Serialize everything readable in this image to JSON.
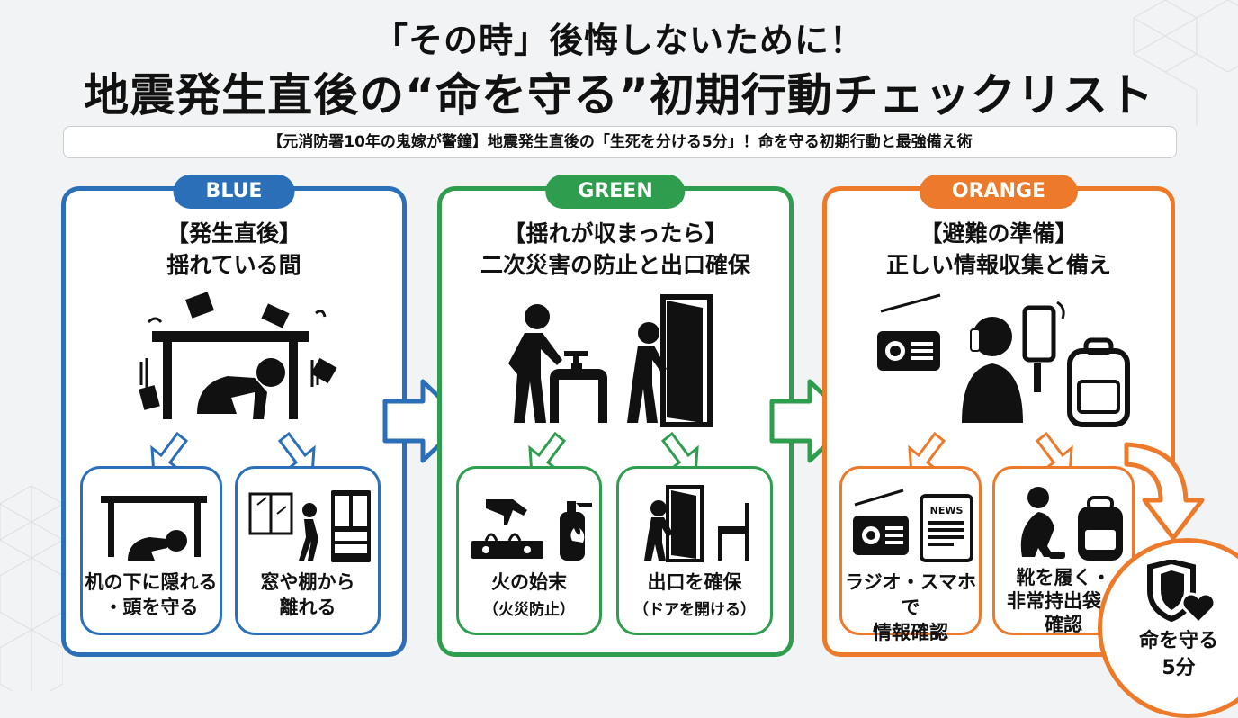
{
  "title": {
    "line1": "「その時」後悔しないために！",
    "line2": "地震発生直後の“命を守る”初期行動チェックリスト"
  },
  "subtitle": "【元消防署10年の鬼嫁が警鐘】地震発生直後の「生死を分ける5分」！命を守る初期行動と最強備え術",
  "panels": [
    {
      "badge": "BLUE",
      "heading_line1": "【発生直後】",
      "heading_line2": "揺れている間",
      "cards": [
        {
          "caption_line1": "机の下に隠れる",
          "caption_line2": "・頭を守る"
        },
        {
          "caption_line1": "窓や棚から",
          "caption_line2": "離れる"
        }
      ]
    },
    {
      "badge": "GREEN",
      "heading_line1": "【揺れが収まったら】",
      "heading_line2": "二次災害の防止と出口確保",
      "cards": [
        {
          "caption_line1": "火の始末",
          "caption_line2": "（火災防止）"
        },
        {
          "caption_line1": "出口を確保",
          "caption_line2": "（ドアを開ける）"
        }
      ]
    },
    {
      "badge": "ORANGE",
      "heading_line1": "【避難の準備】",
      "heading_line2": "正しい情報収集と備え",
      "cards": [
        {
          "caption_line1": "ラジオ・スマホで",
          "caption_line2": "情報確認",
          "news_label": "NEWS"
        },
        {
          "caption_line1": "靴を履く・",
          "caption_line2": "非常持出袋の",
          "caption_line3": "確認"
        }
      ]
    }
  ],
  "corner_badge": {
    "line1": "命を守る",
    "line2": "5分"
  },
  "colors": {
    "blue": "#2b6fb8",
    "green": "#2e9e4e",
    "orange": "#ec7a2a"
  },
  "icons": [
    "table-icon",
    "person-crouching-icon",
    "falling-objects-icon",
    "window-icon",
    "bookshelf-icon",
    "walking-person-icon",
    "faucet-icon",
    "door-icon",
    "gas-stove-icon",
    "fire-extinguisher-icon",
    "chair-icon",
    "radio-icon",
    "smartphone-icon",
    "backpack-icon",
    "news-tablet-icon",
    "shoes-person-icon",
    "shield-heart-icon"
  ]
}
